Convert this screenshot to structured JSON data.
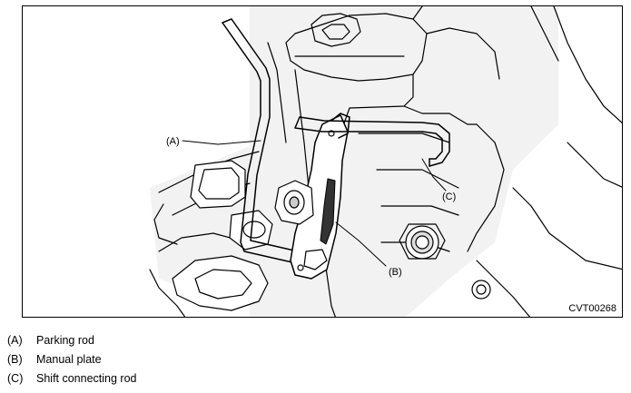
{
  "figure": {
    "code": "CVT00268",
    "callouts": {
      "a": "(A)",
      "b": "(B)",
      "c": "(C)"
    }
  },
  "legend": [
    {
      "code": "(A)",
      "label": "Parking rod"
    },
    {
      "code": "(B)",
      "label": "Manual plate"
    },
    {
      "code": "(C)",
      "label": "Shift connecting rod"
    }
  ]
}
